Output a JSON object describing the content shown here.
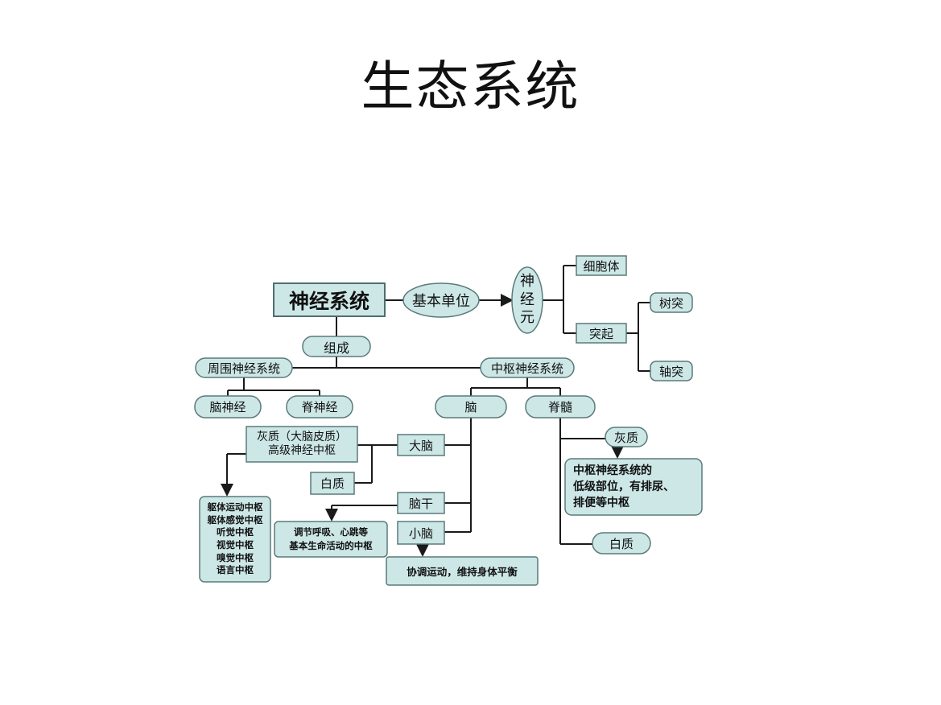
{
  "title": "生态系统",
  "diagram": {
    "root": "神经系统",
    "basic_unit": "基本单位",
    "neuron": [
      "神",
      "经",
      "元"
    ],
    "cell_body": "细胞体",
    "process": "突起",
    "dendrite": "树突",
    "axon": "轴突",
    "composition": "组成",
    "peripheral": "周围神经系统",
    "central": "中枢神经系统",
    "cranial_nerve": "脑神经",
    "spinal_nerve": "脊神经",
    "brain": "脑",
    "spinal_cord": "脊髓",
    "cerebrum": "大脑",
    "gray_matter_cortex": [
      "灰质（大脑皮质）",
      "高级神经中枢"
    ],
    "white_matter_brain": "白质",
    "brainstem": "脑干",
    "cerebellum": "小脑",
    "cortex_centers": [
      "躯体运动中枢",
      "躯体感觉中枢",
      "听觉中枢",
      "视觉中枢",
      "嗅觉中枢",
      "语言中枢"
    ],
    "brainstem_function": [
      "调节呼吸、心跳等",
      "基本生命活动的中枢"
    ],
    "cerebellum_function": "协调运动，维持身体平衡",
    "spinal_gray": "灰质",
    "spinal_gray_function": [
      "中枢神经系统的",
      "低级部位，有排尿、",
      "排便等中枢"
    ],
    "spinal_white": "白质"
  }
}
